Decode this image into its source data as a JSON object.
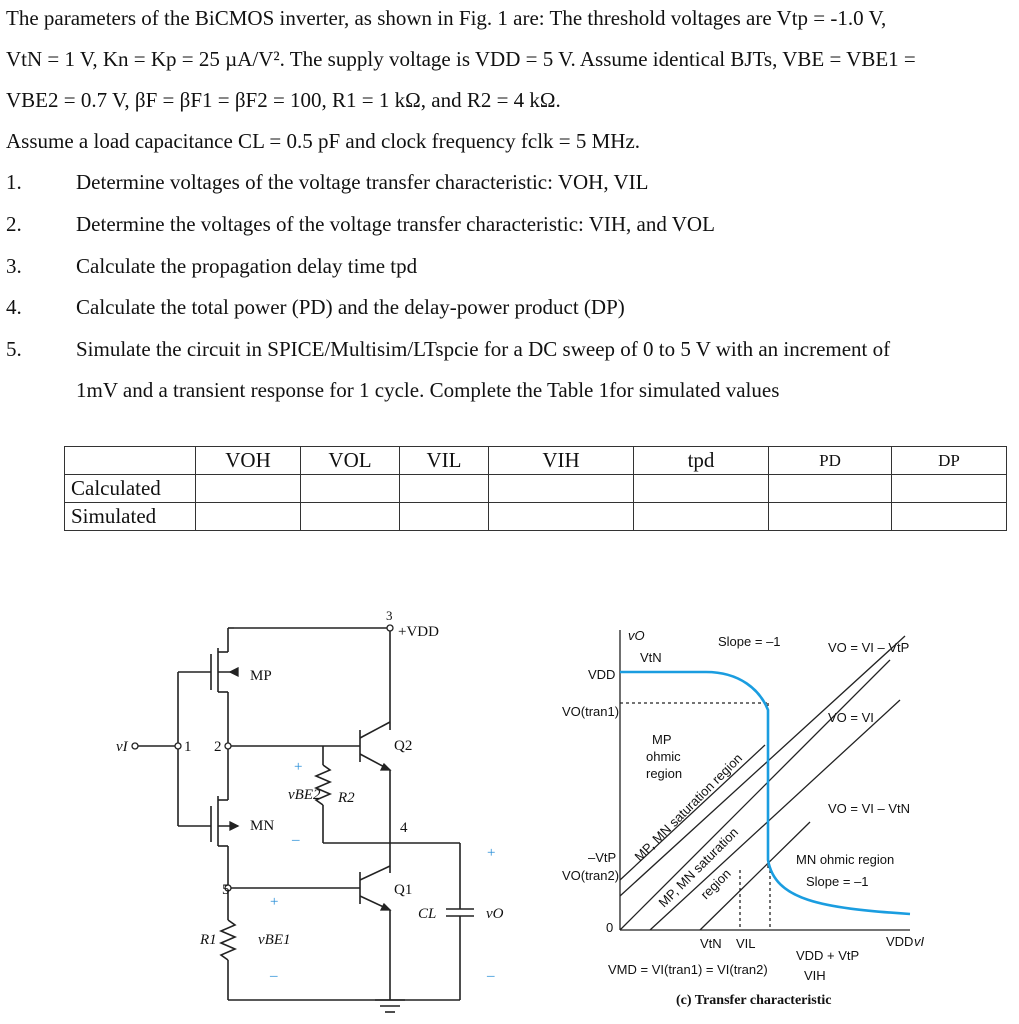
{
  "intro": {
    "l1": "The parameters of the BiCMOS inverter, as shown in Fig. 1 are: The threshold voltages are Vtp = -1.0 V,",
    "l2": "VtN = 1 V, Kn = Kp = 25 µA/V². The supply voltage is VDD = 5 V.  Assume identical BJTs, VBE = VBE1 =",
    "l3": "VBE2 = 0.7 V, βF = βF1 = βF2 = 100, R1 = 1 kΩ, and R2 = 4 kΩ.",
    "l4": "Assume a load capacitance CL = 0.5 pF and clock frequency fclk = 5 MHz."
  },
  "questions": [
    {
      "num": "1.",
      "text": "Determine voltages of the voltage transfer characteristic: VOH, VIL"
    },
    {
      "num": "2.",
      "text": "Determine the voltages of the voltage transfer characteristic: VIH, and VOL"
    },
    {
      "num": "3.",
      "text": "Calculate the propagation delay time tpd"
    },
    {
      "num": "4.",
      "text": "Calculate the total power (PD) and the delay-power product (DP)"
    },
    {
      "num": "5.",
      "text": "Simulate the circuit in SPICE/Multisim/LTspcie for a DC sweep of 0 to 5 V with an increment of"
    }
  ],
  "q5_cont": "1mV and a transient response for 1 cycle. Complete the Table 1for simulated values",
  "table": {
    "headers": [
      "VOH",
      "VOL",
      "VIL",
      "VIH",
      "tpd",
      "PD",
      "DP"
    ],
    "rows": [
      "Calculated",
      "Simulated"
    ]
  },
  "circuit": {
    "node3": "3",
    "vdd": "+VDD",
    "mp": "MP",
    "mn": "MN",
    "vi": "vI",
    "n1": "1",
    "n2": "2",
    "n4": "4",
    "n5": "5",
    "q2": "Q2",
    "q1": "Q1",
    "vbe2": "vBE2",
    "r2": "R2",
    "r1": "R1",
    "vbe1": "vBE1",
    "cl": "CL",
    "vo": "vO",
    "plus": "+",
    "minus": "–"
  },
  "vtc": {
    "axis_y": "vO",
    "axis_x": "vI",
    "vdd": "VDD",
    "vo_tran1": "VO(tran1)",
    "neg_vtp": "–VtP",
    "vo_tran2": "VO(tran2)",
    "zero": "0",
    "vtn_arrow": "VtN",
    "slope1": "Slope = –1",
    "line_a": "VO = VI – VtP",
    "line_b": "VO = VI",
    "line_c": "VO = VI – VtN",
    "mp_ohmic": [
      "MP",
      "ohmic",
      "region"
    ],
    "sat1": "MP, MN saturation region",
    "sat2a": "MP, MN saturation",
    "sat2b": "region",
    "mn_ohmic": "MN ohmic region",
    "slope2": "Slope = –1",
    "tick_vtn": "VtN",
    "tick_vil": "VIL",
    "tick_vdd_vtp": "VDD + VtP",
    "tick_vih": "VIH",
    "tick_vdd": "VDD",
    "vmd": "VMD = VI(tran1) = VI(tran2)",
    "caption": "(c) Transfer characteristic"
  }
}
